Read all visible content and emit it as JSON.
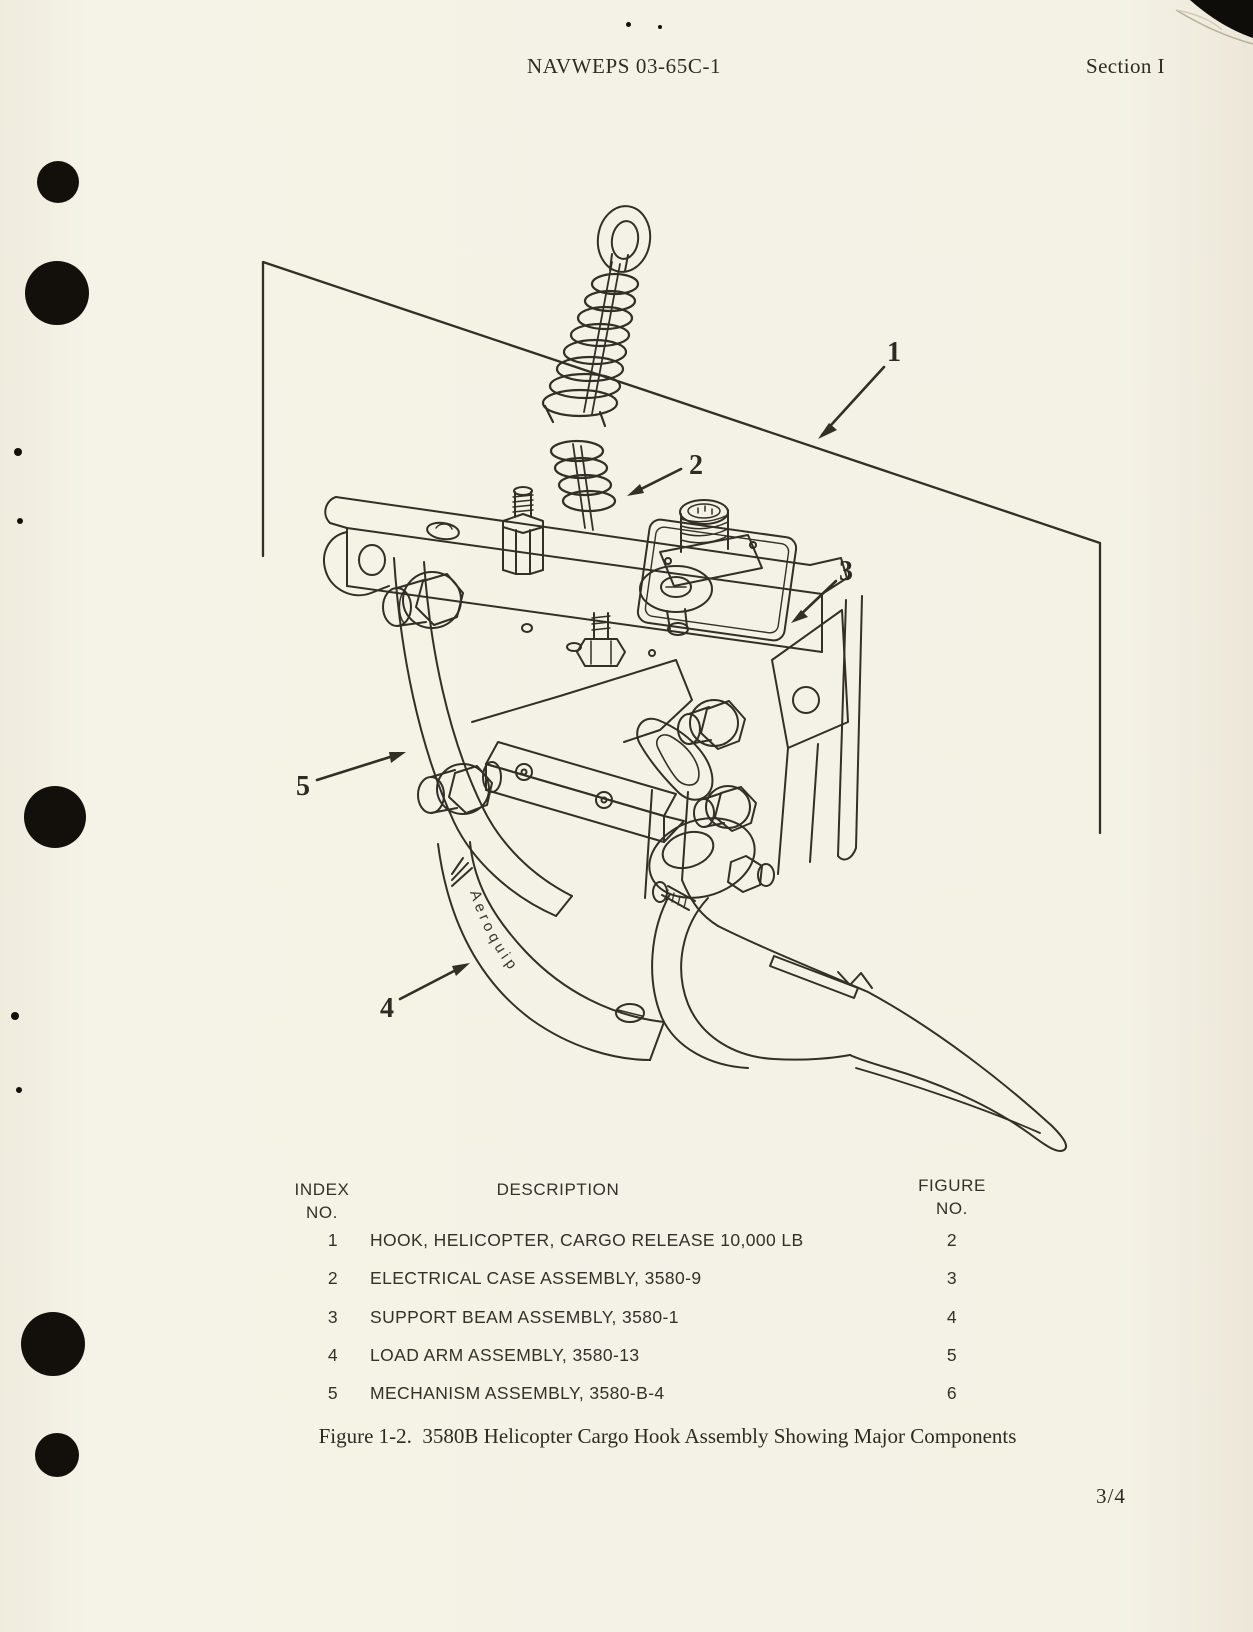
{
  "header": {
    "doc_number": "NAVWEPS 03-65C-1",
    "section": "Section I"
  },
  "figure": {
    "callouts": [
      "1",
      "2",
      "3",
      "4",
      "5"
    ],
    "logo_text": "Aeroquip",
    "caption": "Figure 1-2.  3580B Helicopter Cargo Hook Assembly Showing Major Components"
  },
  "table": {
    "headers": {
      "index": [
        "INDEX",
        "NO."
      ],
      "description": "DESCRIPTION",
      "figure": [
        "FIGURE",
        "NO."
      ]
    },
    "rows": [
      {
        "index": "1",
        "description": "HOOK, HELICOPTER, CARGO RELEASE 10,000 LB",
        "figure": "2"
      },
      {
        "index": "2",
        "description": "ELECTRICAL CASE ASSEMBLY, 3580-9",
        "figure": "3"
      },
      {
        "index": "3",
        "description": "SUPPORT BEAM ASSEMBLY, 3580-1",
        "figure": "4"
      },
      {
        "index": "4",
        "description": "LOAD ARM ASSEMBLY, 3580-13",
        "figure": "5"
      },
      {
        "index": "5",
        "description": "MECHANISM ASSEMBLY, 3580-B-4",
        "figure": "6"
      }
    ]
  },
  "footer": {
    "page_number": "3/4"
  },
  "colors": {
    "paper": "#f4f1e5",
    "ink": "#332e26",
    "mark": "#13100c"
  }
}
